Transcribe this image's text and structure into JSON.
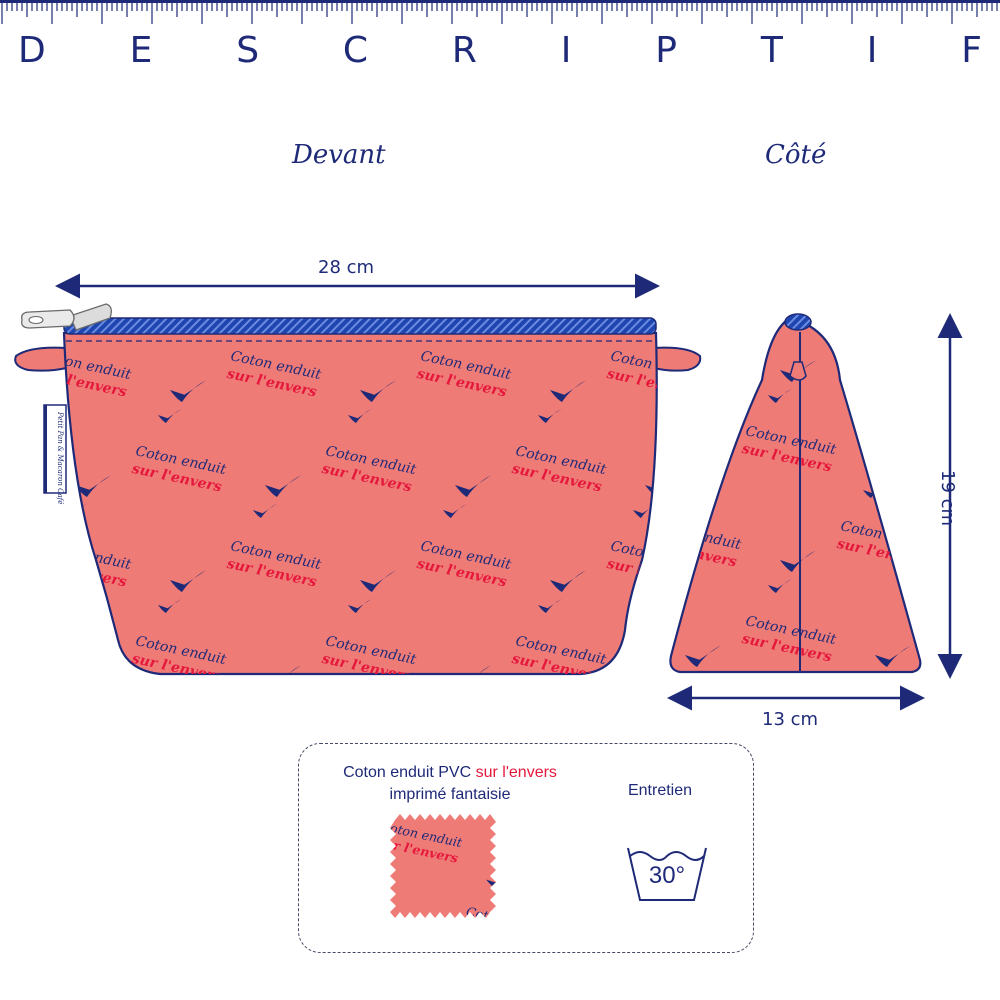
{
  "title_letters": [
    "D",
    "E",
    "S",
    "C",
    "R",
    "I",
    "P",
    "T",
    "I",
    "F"
  ],
  "views": {
    "front_label": "Devant",
    "side_label": "Côté"
  },
  "dimensions": {
    "width": "28 cm",
    "height": "19 cm",
    "depth": "13 cm"
  },
  "fabric_print": {
    "line1": "Coton enduit",
    "line2": "sur l'envers",
    "label_tag": "Petit Pan & Macaron Café"
  },
  "info": {
    "fabric_prefix": "Coton enduit  PVC ",
    "fabric_accent": "sur l'envers",
    "fabric_line2": "imprimé fantaisie",
    "care_title": "Entretien",
    "wash_temperature": "30°"
  },
  "colors": {
    "navy": "#1e2a78",
    "salmon": "#ef7b77",
    "red_text": "#e5183c",
    "zipper_blue": "#1f45b0"
  },
  "icons": [
    "ruler-icon",
    "zipper-pull-icon",
    "wash-basin-icon",
    "double-arrow-icon"
  ]
}
